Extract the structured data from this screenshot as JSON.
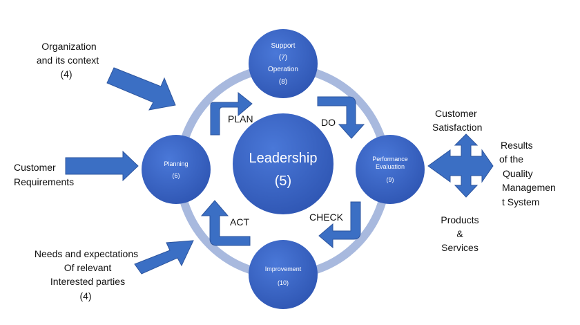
{
  "center": {
    "title": "Leadership",
    "number": "(5)"
  },
  "nodes": {
    "top": {
      "line1": "Support",
      "line2": "(7)",
      "line3": "Operation",
      "line4": "(8)"
    },
    "left": {
      "label": "Planning",
      "number": "(6)"
    },
    "right": {
      "line1": "Performance",
      "line2": "Evaluation",
      "line3": "(9)"
    },
    "bottom": {
      "label": "Improvement",
      "number": "(10)"
    }
  },
  "cycle": {
    "plan": "PLAN",
    "do": "DO",
    "check": "CHECK",
    "act": "ACT"
  },
  "inputs": {
    "org_line1": "Organization",
    "org_line2": "and its context",
    "org_line3": "(4)",
    "cust_line1": "Customer",
    "cust_line2": "Requirements",
    "needs_line1": "Needs and expectations",
    "needs_line2": "Of relevant",
    "needs_line3": "Interested parties",
    "needs_line4": "(4)"
  },
  "outputs": {
    "sat_line1": "Customer",
    "sat_line2": "Satisfaction",
    "res_line1": "Results",
    "res_line2": "of the",
    "res_line3": "Quality",
    "res_line4": "Managemen",
    "res_line5": "t System",
    "prod_line1": "Products",
    "prod_line2": "&",
    "prod_line3": "Services"
  },
  "colors": {
    "circle": "#3a63c6",
    "ring": "#a8b9de",
    "arrow": "#3b6fc4",
    "arrow_stroke": "#2d559e"
  }
}
